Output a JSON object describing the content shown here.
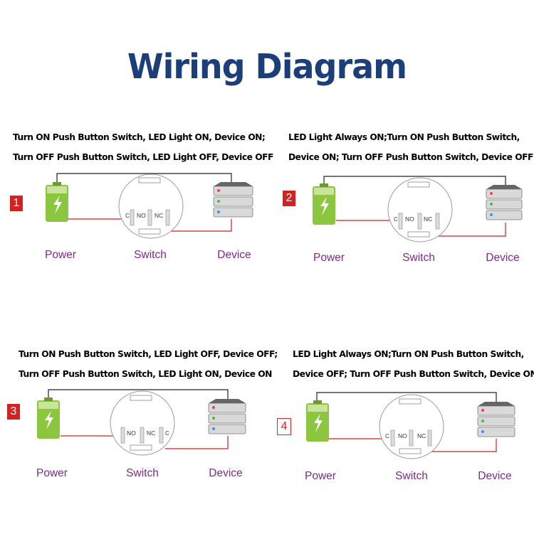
{
  "title": "Wiring Diagram",
  "panels": [
    {
      "number": "1",
      "line1": "Turn ON Push Button Switch, LED Light ON, Device ON;",
      "line2": "Turn OFF Push Button Switch, LED Light OFF, Device OFF",
      "power": "Power",
      "switch": "Switch",
      "device": "Device",
      "no": "NO",
      "nc": "NC",
      "c": "C"
    },
    {
      "number": "2",
      "line1": "LED Light Always ON;Turn ON Push Button Switch,",
      "line2": "Device ON; Turn OFF Push Button Switch,  Device OFF",
      "power": "Power",
      "switch": "Switch",
      "device": "Device",
      "no": "NO",
      "nc": "NC",
      "c": "C"
    },
    {
      "number": "3",
      "line1": "Turn ON Push Button Switch, LED Light OFF, Device OFF;",
      "line2": "Turn OFF Push Button Switch, LED Light ON, Device ON",
      "power": "Power",
      "switch": "Switch",
      "device": "Device",
      "no": "NO",
      "nc": "NC",
      "c": "C"
    },
    {
      "number": "4",
      "line1": "LED Light Always ON;Turn ON Push Button Switch,",
      "line2": "Device OFF; Turn OFF Push Button Switch,  Device ON",
      "power": "Power",
      "switch": "Switch",
      "device": "Device",
      "no": "NO",
      "nc": "NC",
      "c": "C"
    }
  ],
  "colors": {
    "title": "#1c3f7c",
    "wire_red": "#cc2020",
    "wire_black": "#222222",
    "battery": "#8cc63f",
    "label": "#7b2a86",
    "badge": "#d42222"
  }
}
